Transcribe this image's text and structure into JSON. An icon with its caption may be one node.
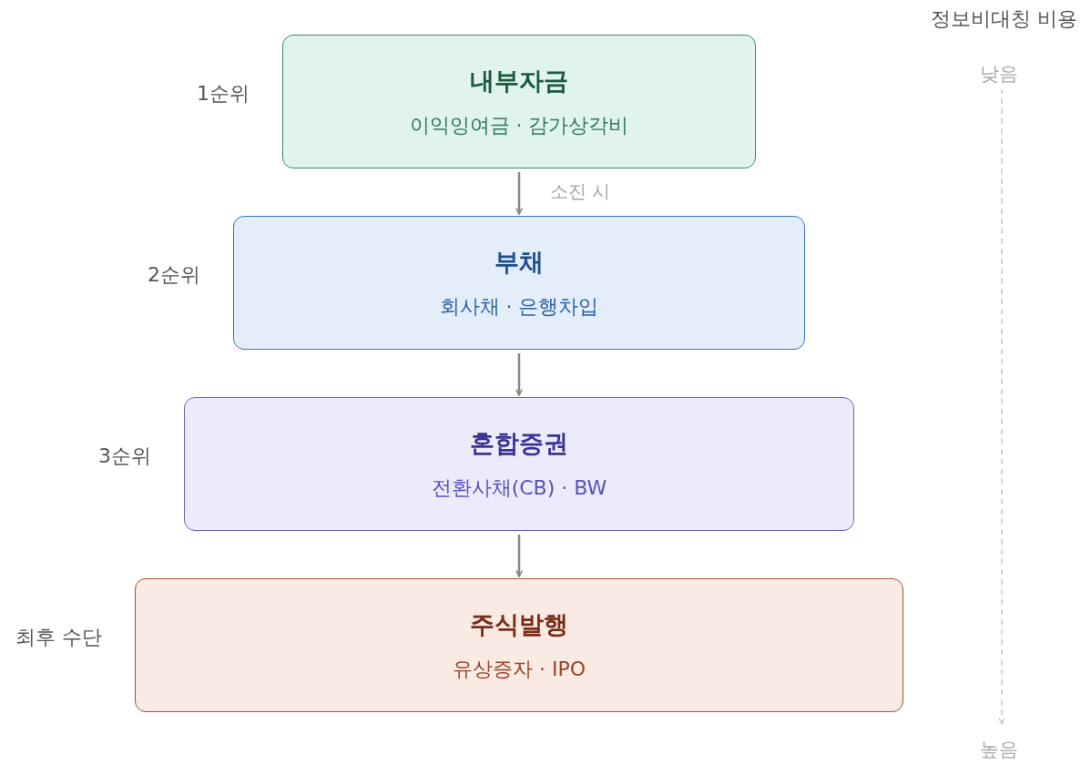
{
  "diagram": {
    "nodes": [
      {
        "text": [
          "내부자금",
          "이익잉여금 · 감가상각비"
        ],
        "beside": [
          "1순위"
        ]
      },
      {
        "text": [
          "부채",
          "회사채 · 은행차입"
        ],
        "beside": [
          "2순위"
        ]
      },
      {
        "text": [
          "혼합증권",
          "전환사채(CB) · BW"
        ],
        "beside": [
          "3순위"
        ]
      },
      {
        "text": [
          "주식발행",
          "유상증자 · IPO"
        ],
        "beside": [
          "최후 수단"
        ]
      }
    ],
    "edges": [
      {
        "from": 0,
        "to": 1,
        "arrow": "to",
        "label": "소진 시"
      },
      {
        "from": 1,
        "to": 2,
        "arrow": "to"
      },
      {
        "from": 2,
        "to": 3,
        "arrow": "to"
      }
    ],
    "labels": [
      "정보비대칭 비용",
      "낮음",
      "높음"
    ]
  }
}
